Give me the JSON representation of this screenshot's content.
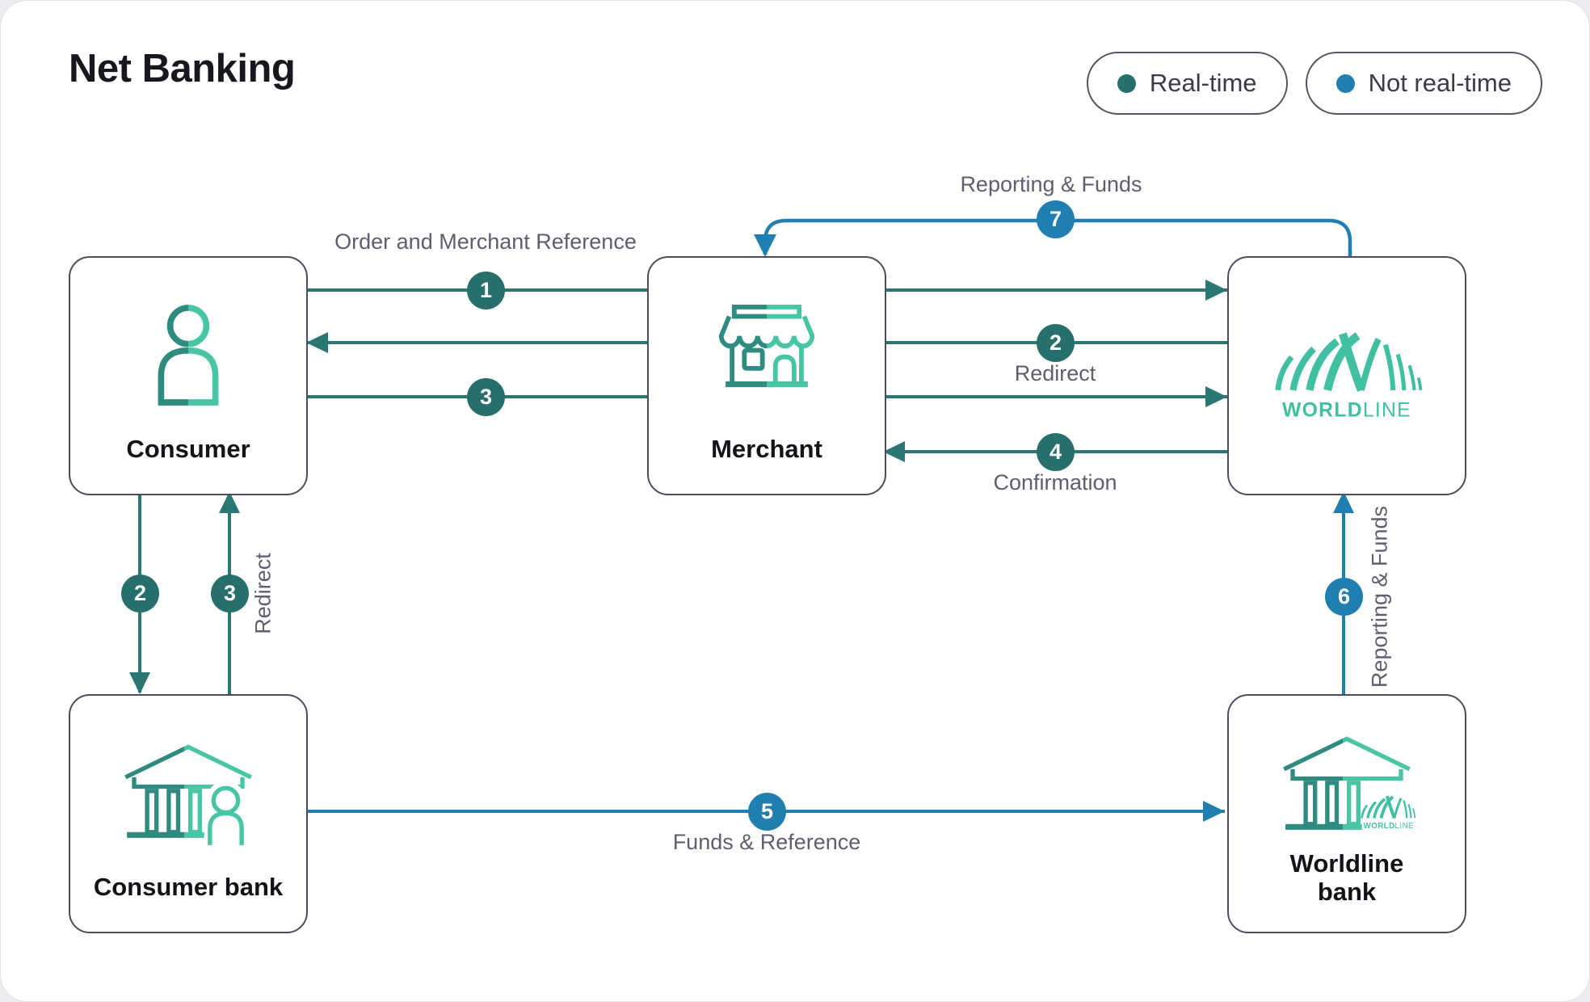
{
  "title": "Net Banking",
  "legend": {
    "realtime_label": "Real-time",
    "not_realtime_label": "Not real-time"
  },
  "colors": {
    "realtime_teal": "#266f6c",
    "not_realtime_blue": "#1f7fb1",
    "line_teal": "#2a7672",
    "mint": "#41bfa3",
    "box_border": "#4c4c5e",
    "label_gray": "#5d5e70"
  },
  "nodes": {
    "consumer": {
      "label": "Consumer"
    },
    "merchant": {
      "label": "Merchant"
    },
    "worldline": {
      "logo_bold": "WORLD",
      "logo_light": "LINE"
    },
    "consumer_bank": {
      "label": "Consumer bank"
    },
    "worldline_bank": {
      "label_line1": "Worldline",
      "label_line2": "bank"
    }
  },
  "flows": {
    "f1": {
      "step": "1",
      "label": "Order and Merchant Reference",
      "type": "real-time"
    },
    "f2": {
      "step": "2",
      "label": "Redirect",
      "type": "real-time"
    },
    "f3": {
      "step": "3",
      "label": "Redirect",
      "type": "real-time"
    },
    "f4": {
      "step": "4",
      "label": "Confirmation",
      "type": "real-time"
    },
    "f5": {
      "step": "5",
      "label": "Funds & Reference",
      "type": "not-real-time"
    },
    "f6": {
      "step": "6",
      "label": "Reporting & Funds",
      "type": "not-real-time"
    },
    "f7": {
      "step": "7",
      "label": "Reporting & Funds",
      "type": "not-real-time"
    }
  }
}
